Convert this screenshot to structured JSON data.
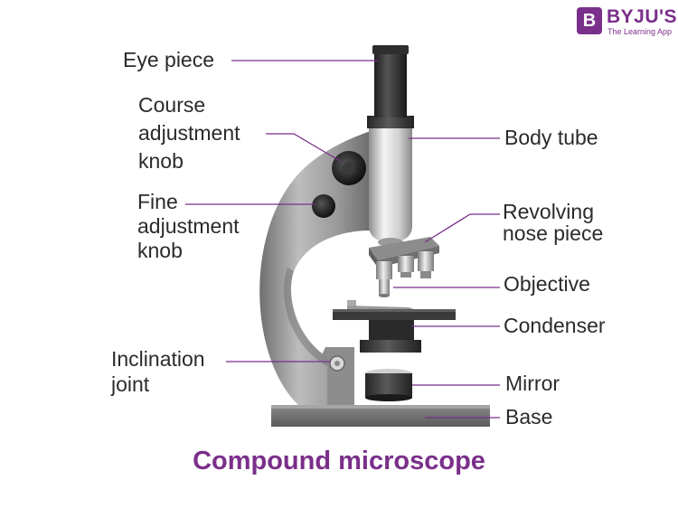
{
  "brand": {
    "mark": "B",
    "name": "BYJU'S",
    "tagline": "The Learning App",
    "color": "#7a2f8a"
  },
  "diagram": {
    "title": "Compound microscope",
    "labels": {
      "eye_piece": "Eye piece",
      "course_adjustment_knob": [
        "Course",
        "adjustment",
        "knob"
      ],
      "fine_adjustment_knob": [
        "Fine",
        "adjustment",
        "knob"
      ],
      "inclination_joint": [
        "Inclination",
        "joint"
      ],
      "body_tube": "Body tube",
      "revolving_nose_piece": [
        "Revolving",
        "nose piece"
      ],
      "objective": "Objective",
      "condenser": "Condenser",
      "mirror": "Mirror",
      "base": "Base"
    },
    "leader_color": "#7a2f8a"
  }
}
